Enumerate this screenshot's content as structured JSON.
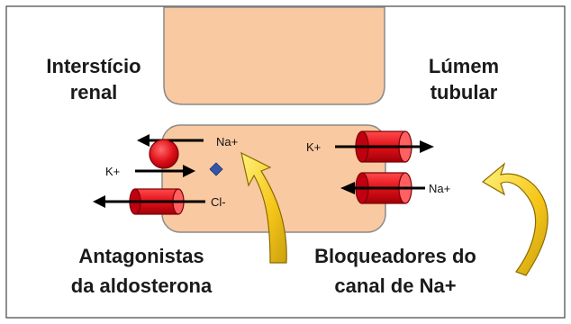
{
  "labels": {
    "interstitium_line1": "Interstício",
    "interstitium_line2": "renal",
    "lumen_line1": "Lúmem",
    "lumen_line2": "tubular",
    "antagonists_line1": "Antagonistas",
    "antagonists_line2": "da aldosterona",
    "blockers_line1": "Bloqueadores do",
    "blockers_line2": "canal de Na+"
  },
  "ions": {
    "na_left": "Na+",
    "k_left": "K+",
    "cl_left": "Cl-",
    "k_right": "K+",
    "na_right": "Na+"
  },
  "colors": {
    "cell_fill": "#f9c9a1",
    "cell_stroke": "#8a8a8a",
    "channel_red": "#e0101a",
    "arrow_yellow": "#f5c518",
    "frame": "#444444",
    "diamond_blue": "#3355aa"
  }
}
